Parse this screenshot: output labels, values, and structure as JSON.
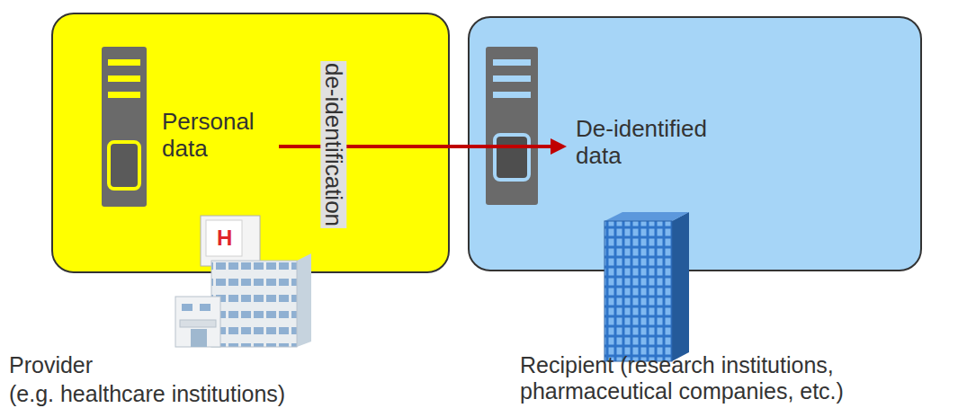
{
  "diagram": {
    "nodes": [
      {
        "text": [
          "Provider",
          "(e.g. healthcare institutions)"
        ]
      },
      {
        "text": [
          "Personal data"
        ],
        "in": 0
      },
      {
        "text": [
          "de-identification"
        ],
        "in": 0
      },
      {
        "text": [
          "Recipient (research institutions, pharmaceutical companies, etc.)"
        ]
      },
      {
        "text": [
          "De-identified data"
        ],
        "in": 3
      }
    ],
    "edges": [
      {
        "from": 1,
        "to": 4,
        "arrow": "to"
      }
    ],
    "labels": [
      "H"
    ]
  }
}
